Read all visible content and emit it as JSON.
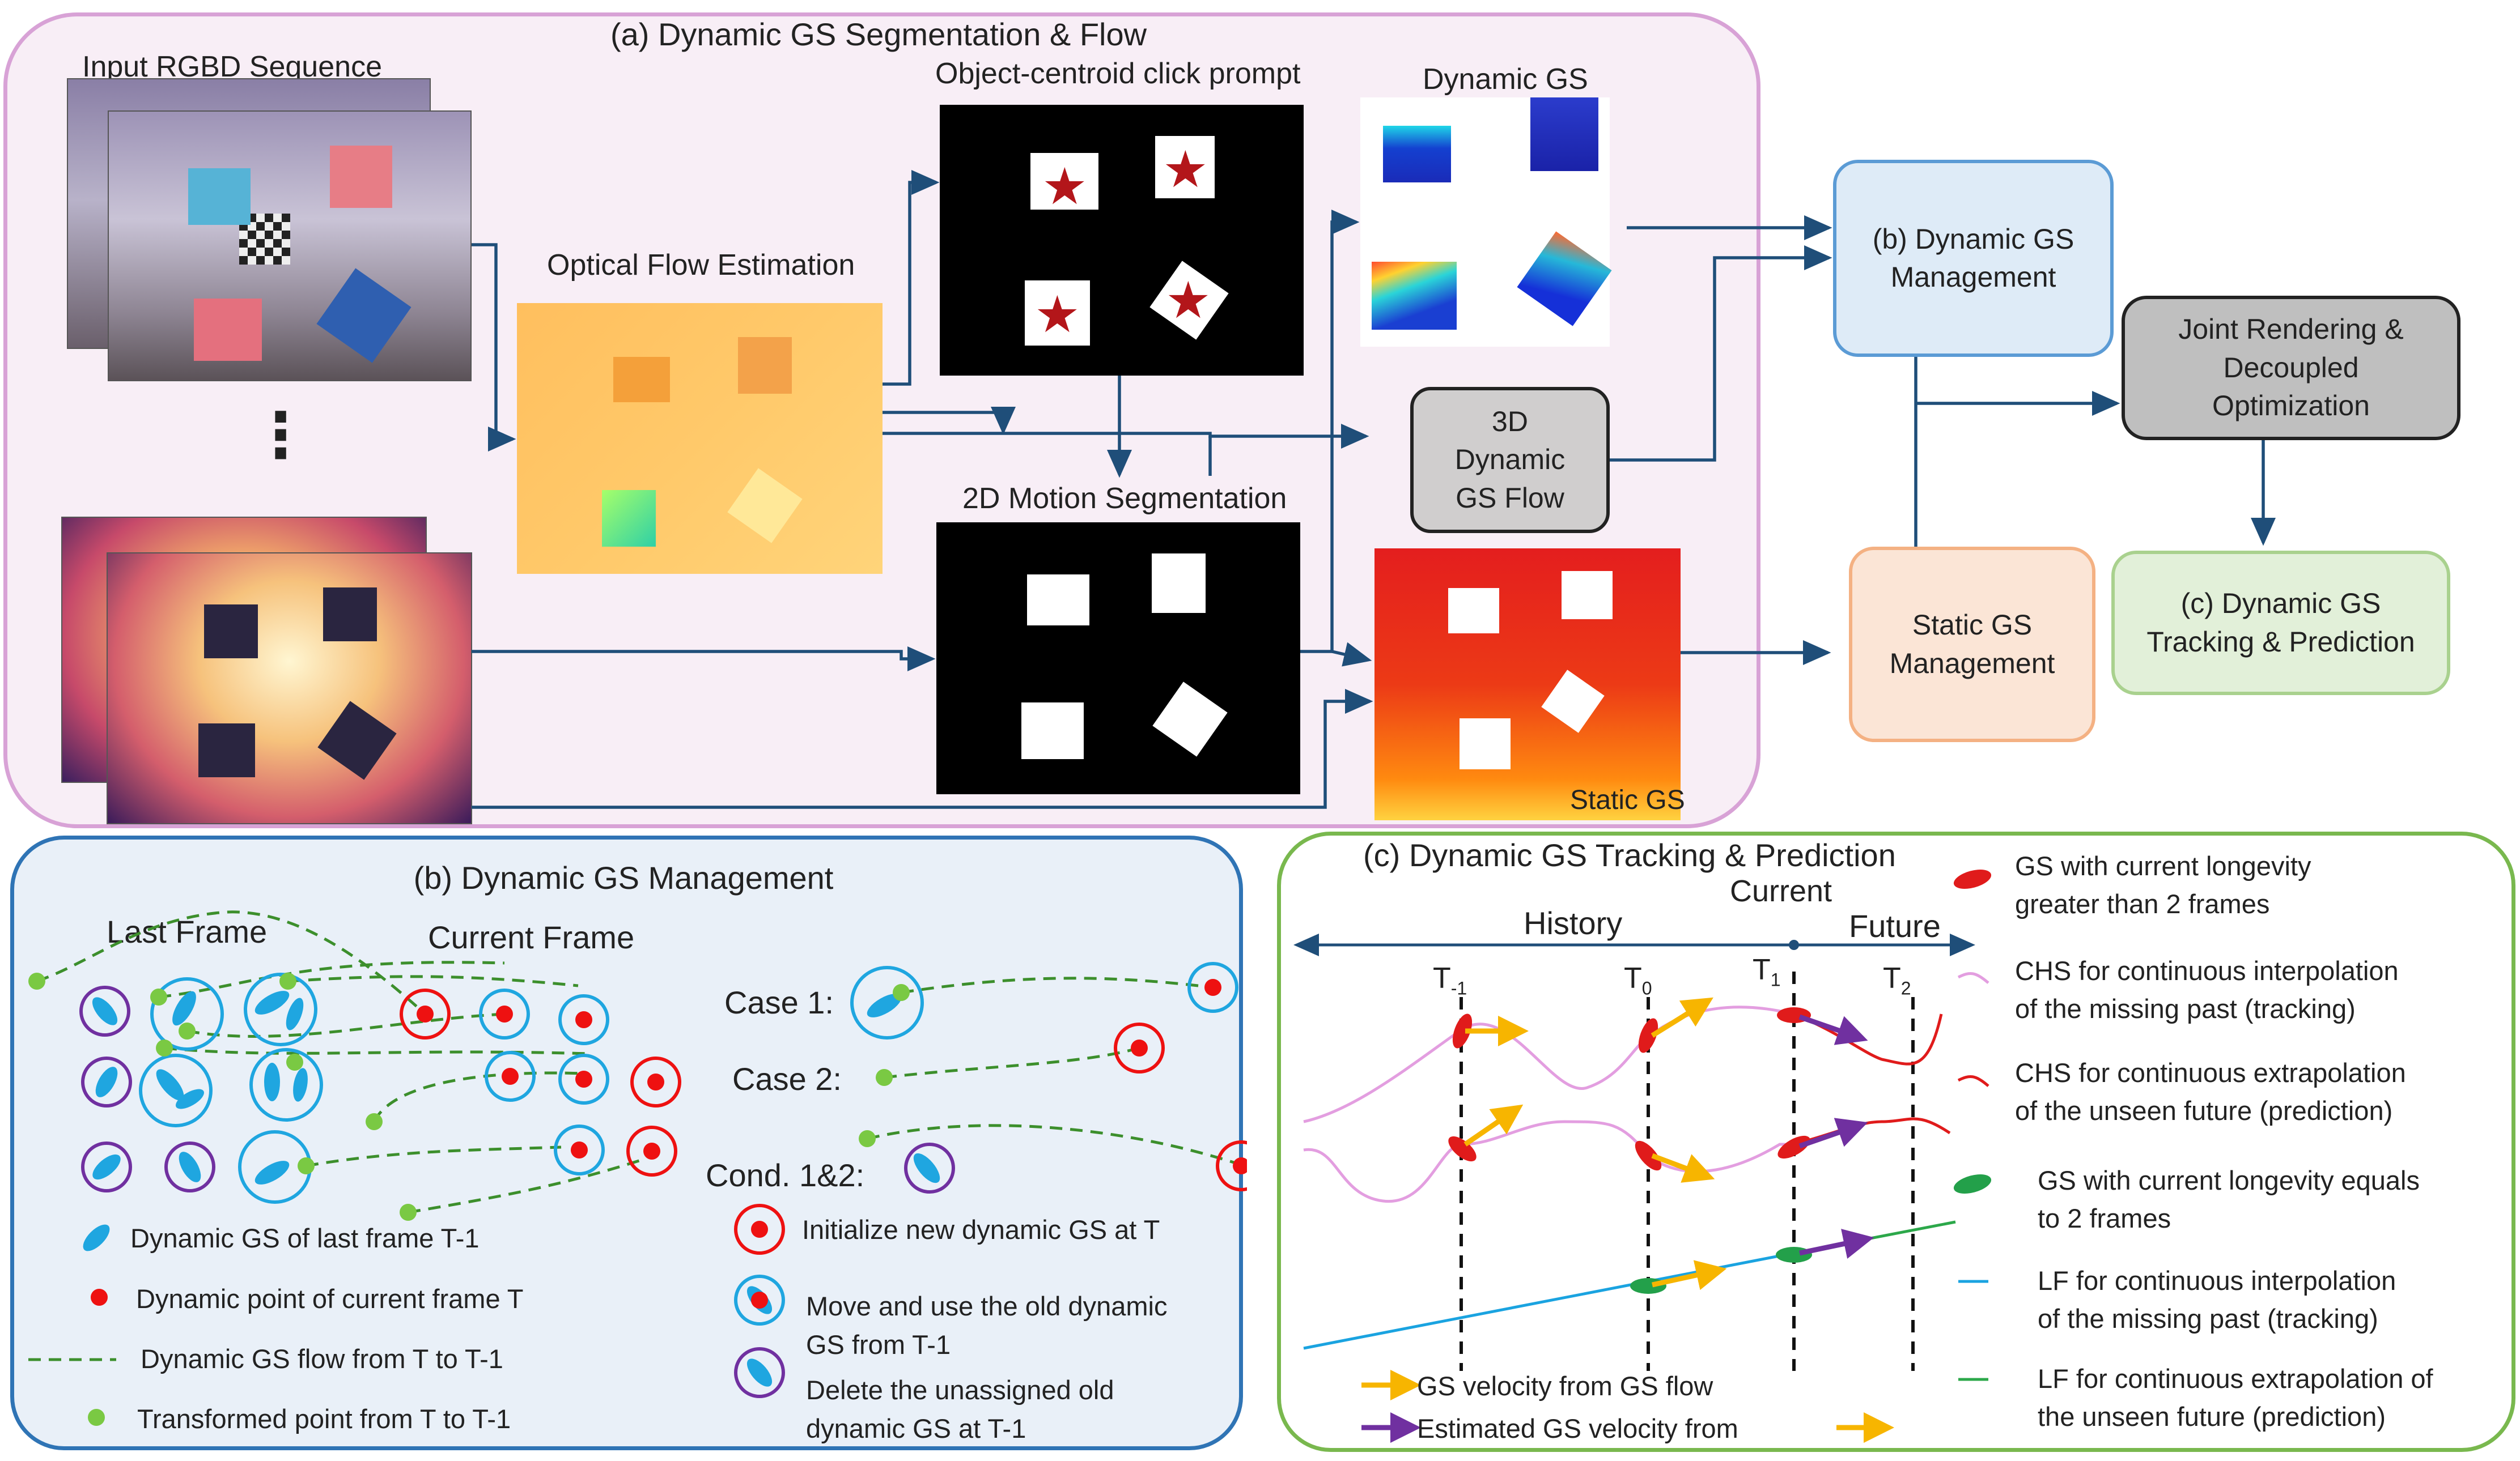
{
  "panel_a": {
    "title": "(a) Dynamic GS Segmentation & Flow",
    "input_label": "Input RGBD Sequence",
    "dots": "⋮",
    "optical_flow_label": "Optical Flow Estimation",
    "click_prompt_label": "Object-centroid click prompt",
    "motion_seg_label": "2D Motion Segmentation",
    "dynamic_gs_label": "Dynamic GS",
    "static_gs_label": "Static GS",
    "flow_box": "3D\nDynamic\nGS Flow"
  },
  "right_boxes": {
    "dyn_mgmt": "(b) Dynamic GS\nManagement",
    "static_mgmt": "Static GS\nManagement",
    "joint": "Joint Rendering &\nDecoupled\nOptimization",
    "tracking": "(c) Dynamic GS\nTracking & Prediction"
  },
  "panel_b": {
    "title": "(b) Dynamic GS Management",
    "last_frame": "Last Frame",
    "current_frame": "Current Frame",
    "case1": "Case 1:",
    "case2": "Case 2:",
    "cond": "Cond. 1&2:",
    "legend": {
      "dyn_gs_last": "Dynamic GS of last frame T-1",
      "dyn_point": "Dynamic point of  current frame T",
      "flow": "Dynamic GS flow from T to T-1",
      "transformed": "Transformed point  from T to T-1",
      "init": "Initialize new dynamic GS at T",
      "move_1": "Move and use the old dynamic",
      "move_2": "GS from T-1",
      "delete_1": "Delete the unassigned old",
      "delete_2": "dynamic GS at T-1"
    }
  },
  "panel_c": {
    "title": "(c) Dynamic GS Tracking & Prediction",
    "current": "Current",
    "history": "History",
    "future": "Future",
    "t_labels": [
      "T",
      "T",
      "T",
      "T"
    ],
    "t_subs": [
      "-1",
      "0",
      "1",
      "2"
    ],
    "velocity_1": "GS velocity from GS flow",
    "velocity_2": "Estimated GS velocity from",
    "legend": [
      [
        "GS with current longevity",
        "greater than 2 frames"
      ],
      [
        "CHS for continuous interpolation",
        "of the missing past (tracking)"
      ],
      [
        "CHS for continuous extrapolation",
        "of the unseen future (prediction)"
      ],
      [
        "GS with current longevity equals",
        "to 2 frames"
      ],
      [
        "LF for continuous interpolation",
        "of the missing past (tracking)"
      ],
      [
        "LF for continuous extrapolation of",
        "the unseen future (prediction)"
      ]
    ]
  },
  "colors": {
    "panel_a_border": "#d8a2d6",
    "panel_a_fill": "#f8eef6",
    "panel_b_border": "#2f74b5",
    "panel_b_fill": "#e9f0f8",
    "panel_c_border": "#79b84e",
    "panel_c_fill": "#ffffff",
    "arrow": "#1f4e79",
    "blue_gs": "#1fa6e0",
    "red_point": "#ee1111",
    "green_point": "#7ac943",
    "flow_dash": "#3c8f2c",
    "purple": "#7030a0",
    "orange": "#f7b500",
    "pink_chs": "#e39ee0",
    "red_chs": "#e01b1b",
    "lf_blue": "#1aa3e0",
    "lf_green": "#2ca84a"
  }
}
